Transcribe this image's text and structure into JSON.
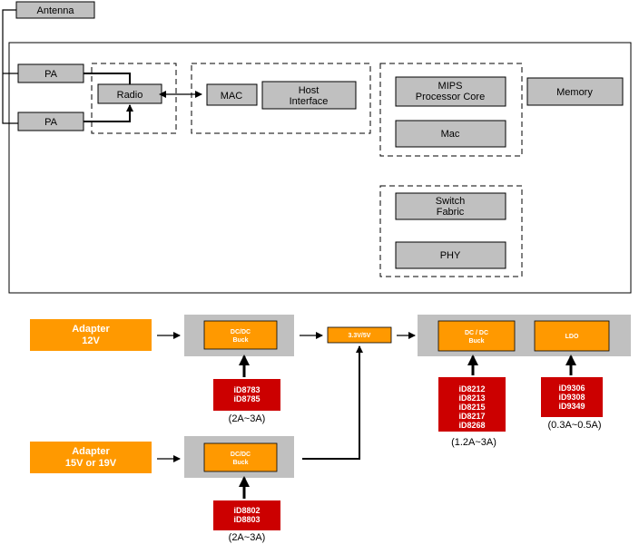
{
  "top": {
    "antenna": "Antenna",
    "pa_top": "PA",
    "pa_bottom": "PA",
    "radio": "Radio",
    "mac": "MAC",
    "host_interface": [
      "Host",
      "Interface"
    ],
    "mips_core": [
      "MIPS",
      "Processor Core"
    ],
    "memory": "Memory",
    "mac_block": "Mac",
    "switch_fabric": [
      "Switch",
      "Fabric"
    ],
    "phy": "PHY"
  },
  "power": {
    "adapter_12v": [
      "Adapter",
      "12V"
    ],
    "adapter_15v": [
      "Adapter",
      "15V or 19V"
    ],
    "dcdc_buck_1": [
      "DC/DC",
      "Buck"
    ],
    "dcdc_buck_2": [
      "DC/DC",
      "Buck"
    ],
    "rail": "3.3V/5V",
    "dcdc_buck_3": [
      "DC / DC",
      "Buck"
    ],
    "ldo": "LDO",
    "parts_buck_1": [
      "iD8783",
      "iD8785"
    ],
    "parts_buck_2": [
      "iD8802",
      "iD8803"
    ],
    "parts_buck_3": [
      "iD8212",
      "iD8213",
      "iD8215",
      "iD8217",
      "iD8268"
    ],
    "parts_ldo": [
      "iD9306",
      "iD9308",
      "iD9349"
    ],
    "current_buck_1": "(2A~3A)",
    "current_buck_2": "(2A~3A)",
    "current_buck_3": "(1.2A~3A)",
    "current_ldo": "(0.3A~0.5A)"
  },
  "colors": {
    "gray_block": "#c0c0c0",
    "orange": "#ff9900",
    "red": "#cc0000"
  }
}
